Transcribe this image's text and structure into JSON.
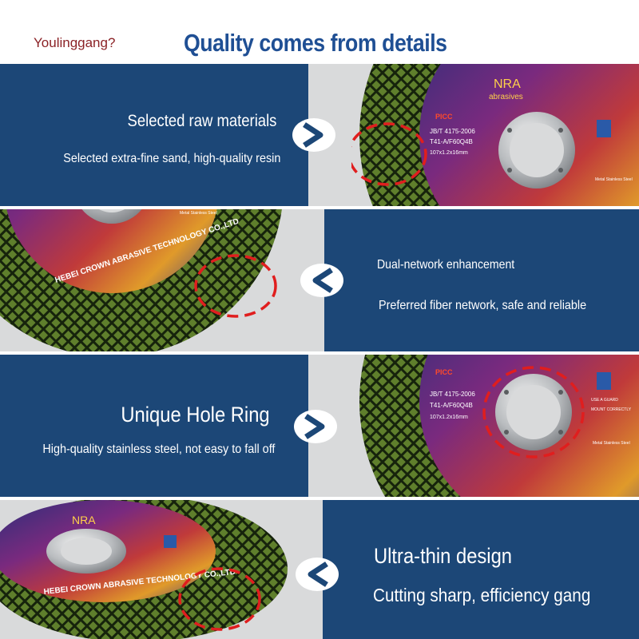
{
  "header": {
    "brand": "Youlinggang?",
    "headline": "Quality comes from details"
  },
  "colors": {
    "panel": "#1c4777",
    "band": "#d9dadb",
    "disc_green": "#4a6a24",
    "mesh": "#16230c",
    "marker": "#e01e1e",
    "headline": "#1f4f94",
    "brand": "#8b2226"
  },
  "sections": [
    {
      "title": "Selected raw materials",
      "subtitle": "Selected extra-fine sand, high-quality resin",
      "arrow": "chevron-right-icon"
    },
    {
      "title": "Dual-network enhancement",
      "subtitle": "Preferred fiber network, safe and reliable",
      "arrow": "chevron-left-icon"
    },
    {
      "title": "Unique Hole Ring",
      "subtitle": "High-quality stainless steel, not easy to fall off",
      "arrow": "chevron-right-icon"
    },
    {
      "title": "Ultra-thin design",
      "subtitle": "Cutting sharp, efficiency gang",
      "arrow": "chevron-left-icon"
    }
  ],
  "product": {
    "brand_mark": "NRA",
    "brand_word": "abrasives",
    "label_code": "PICC",
    "standard": "JB/T 4175-2006",
    "spec": "T41-A/F60Q4B",
    "size": "107x1.2x16mm",
    "material": "Metal Stainless Steel",
    "guard_note_1": "USE A GUARD",
    "guard_note_2": "MOUNT CORRECTLY",
    "company": "HEBEI CROWN ABRASIVE TECHNOLOGY CO.,LTD"
  }
}
